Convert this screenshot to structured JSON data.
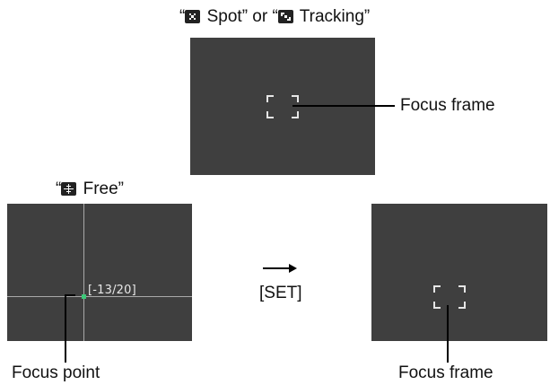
{
  "top_caption": {
    "open_quote": "“",
    "spot_text": " Spot” or “",
    "tracking_text": " Tracking”",
    "spot_icon": "spot-mode-icon",
    "tracking_icon": "tracking-mode-icon"
  },
  "free_caption": {
    "open_quote": "“",
    "free_text": " Free”",
    "free_icon": "free-mode-icon"
  },
  "top_screen": {
    "callout": "Focus frame"
  },
  "free_screen": {
    "readout": "[-13/20]",
    "callout": "Focus point"
  },
  "arrow": {
    "glyph": "→",
    "label": "[SET]"
  },
  "result_screen": {
    "callout": "Focus frame"
  },
  "colors": {
    "screen": "#3f3f3f",
    "focus_point": "#3cc878",
    "bracket": "#e6e6e6"
  }
}
